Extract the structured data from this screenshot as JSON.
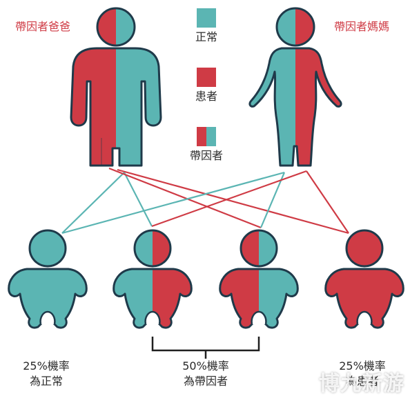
{
  "labels": {
    "father": "帶因者爸爸",
    "mother": "帶因者媽媽",
    "legend_normal": "正常",
    "legend_patient": "患者",
    "legend_carrier": "帶因者",
    "left_prob": "25%機率",
    "left_result": "為正常",
    "mid_prob": "50%機率",
    "mid_result": "為帶因者",
    "right_prob": "25%機率",
    "right_result": "為患者",
    "watermark": "博九新游"
  },
  "colors": {
    "normal": "#5bb5b3",
    "patient": "#cf3b45",
    "outline": "#1f3a4a",
    "text_red": "#cf3b45"
  }
}
